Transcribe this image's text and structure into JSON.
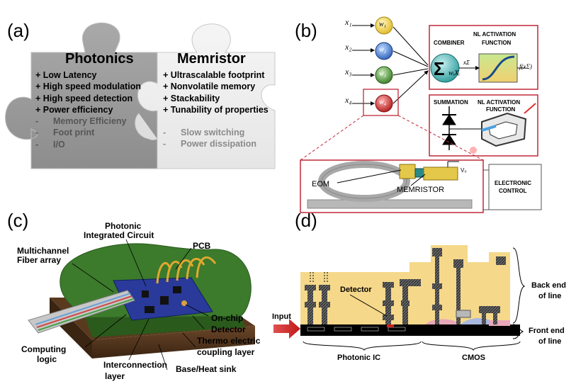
{
  "panels": {
    "a": "(a)",
    "b": "(b)",
    "c": "(c)",
    "d": "(d)"
  },
  "puzzle": {
    "photonics_title": "Photonics",
    "photonics_items": [
      "+ Low Latency",
      "+ High speed modulation",
      "+ High speed detection",
      "+ Power efficiency",
      "-      Memory Efficieny",
      "-      Foot print",
      "-      I/O"
    ],
    "memristor_title": "Memristor",
    "memristor_items": [
      "+ Ultrascalable footprint",
      "+ Nonvolatile memory",
      "+ Stackability",
      "+ Tunability of properties",
      "-      Slow switching",
      "-      Power dissipation"
    ]
  },
  "neural": {
    "inputs": [
      "x₁",
      "x₂",
      "x₃",
      "x₄"
    ],
    "weights": [
      "w₁",
      "w₂",
      "w₃",
      "w₄"
    ],
    "weight_colors": [
      "#f2d04a",
      "#3f7fd0",
      "#4e9a3a",
      "#d42a2a"
    ],
    "combiner": "COMBINER",
    "nl_activation": "NL ACTIVATION",
    "function": "FUNCTION",
    "sum_expr": "wᵢXᵢ",
    "x_sigma": "xΣ",
    "f_out": "f(xΣ)",
    "summation": "SUMMATION",
    "eom": "EOM",
    "memristor": "MEMRISTOR",
    "vd": "V₀",
    "electronic": "ELECTRONIC",
    "control": "CONTROL"
  },
  "pic": {
    "photonic_integrated_circuit_1": "Photonic",
    "photonic_integrated_circuit_2": "Integrated Circuit",
    "multichannel_1": "Multichannel",
    "multichannel_2": "Fiber array",
    "pcb": "PCB",
    "onchip_1": "On-chip",
    "onchip_2": "Detector",
    "thermo_1": "Thermo electric",
    "thermo_2": "coupling layer",
    "computing_1": "Computing",
    "computing_2": "logic",
    "interconnection_1": "Interconnection",
    "interconnection_2": "layer",
    "base": "Base/Heat sink"
  },
  "cross_section": {
    "detector": "Detector",
    "input": "Input",
    "back_end_1": "Back end",
    "back_end_2": "of line",
    "front_end_1": "Front end",
    "front_end_2": "of line",
    "photonic_ic": "Photonic IC",
    "cmos": "CMOS"
  }
}
